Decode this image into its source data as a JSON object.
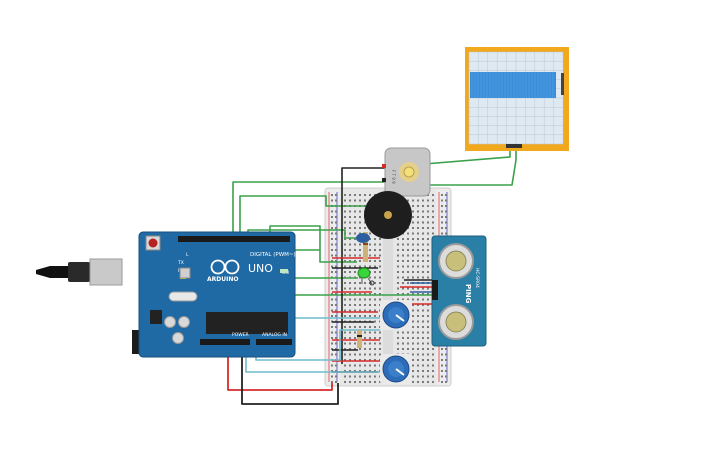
{
  "arduino": {
    "logo_text": "UNO",
    "brand_text": "ARDUINO",
    "digital_label": "DIGITAL (PWM~)",
    "power_label": "POWER",
    "analog_label": "ANALOG IN",
    "tx_label": "TX",
    "rx_label": "RX",
    "l_label": "L",
    "on_label": "ON"
  },
  "sensor": {
    "model_text": "HC-SR04",
    "brand_text": "PING"
  },
  "motor": {
    "label_text": "F T 9 9"
  },
  "colors": {
    "board_blue": "#1f6aa5",
    "wire_green": "#3aa14a",
    "wire_red": "#d62b2b",
    "wire_black": "#222222",
    "wire_teal": "#6fbccb",
    "wire_darkblue": "#2d5fa0",
    "oscilloscope_frame": "#f2a81c",
    "oscilloscope_signal": "#3a8ed8",
    "breadboard": "#e9e9e9",
    "led_green": "#37d63a",
    "pot_knob": "#2c6cb8"
  }
}
